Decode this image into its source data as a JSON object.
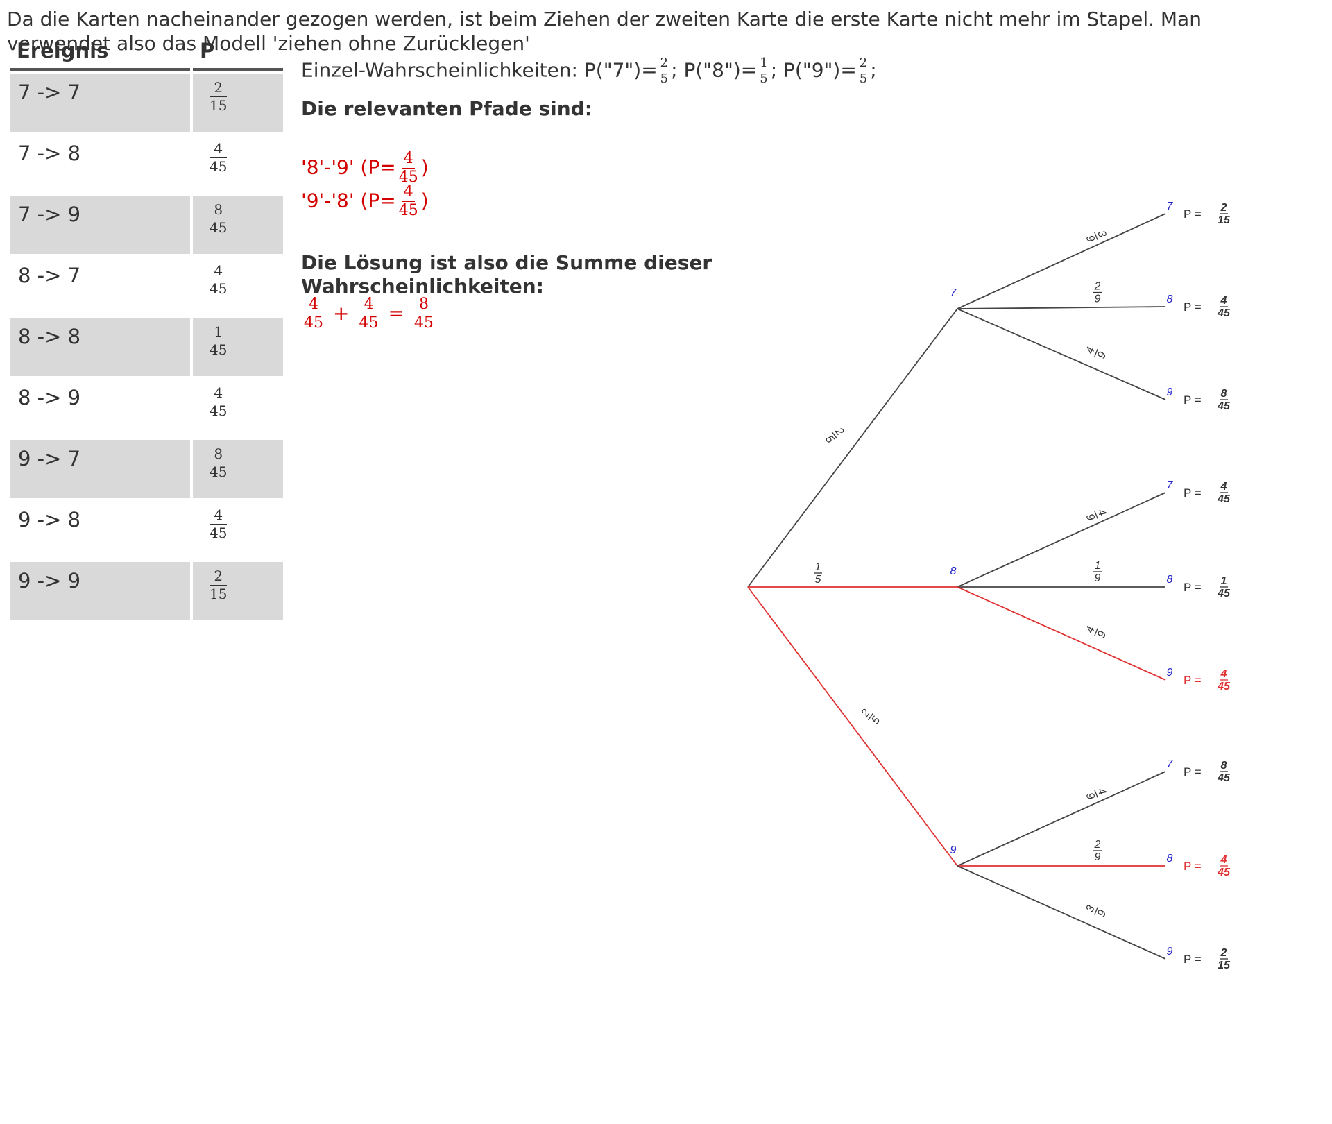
{
  "intro_text": "Da die Karten nacheinander gezogen werden, ist beim Ziehen der zweiten Karte die erste Karte nicht mehr im Stapel. Man verwendet also das Modell 'ziehen ohne Zurücklegen'",
  "single_probs": {
    "prefix": "Einzel-Wahrscheinlichkeiten:",
    "items": [
      {
        "label": "P(\"7\")=",
        "num": "2",
        "den": "5"
      },
      {
        "label": "P(\"8\")=",
        "num": "1",
        "den": "5"
      },
      {
        "label": "P(\"9\")=",
        "num": "2",
        "den": "5"
      }
    ],
    "sep": ";"
  },
  "table": {
    "headers": [
      "Ereignis",
      "P"
    ],
    "rows": [
      {
        "event": "7 -> 7",
        "num": "2",
        "den": "15"
      },
      {
        "event": "7 -> 8",
        "num": "4",
        "den": "45"
      },
      {
        "event": "7 -> 9",
        "num": "8",
        "den": "45"
      },
      {
        "event": "8 -> 7",
        "num": "4",
        "den": "45"
      },
      {
        "event": "8 -> 8",
        "num": "1",
        "den": "45"
      },
      {
        "event": "8 -> 9",
        "num": "4",
        "den": "45"
      },
      {
        "event": "9 -> 7",
        "num": "8",
        "den": "45"
      },
      {
        "event": "9 -> 8",
        "num": "4",
        "den": "45"
      },
      {
        "event": "9 -> 9",
        "num": "2",
        "den": "15"
      }
    ]
  },
  "relevant_heading": "Die relevanten Pfade sind:",
  "paths": [
    {
      "label": "'8'-'9' (P=",
      "num": "4",
      "den": "45",
      "close": ")"
    },
    {
      "label": "'9'-'8' (P=",
      "num": "4",
      "den": "45",
      "close": ")"
    }
  ],
  "solution_heading": "Die Lösung ist also die Summe dieser Wahrscheinlichkeiten:",
  "sum": {
    "a_num": "4",
    "a_den": "45",
    "plus": "+",
    "b_num": "4",
    "b_den": "45",
    "eq": "=",
    "r_num": "8",
    "r_den": "45"
  },
  "tree": {
    "colors": {
      "normal": "#444444",
      "highlight": "#e03030",
      "node_label": "#2222cc",
      "result_highlight": "#e03030"
    },
    "first_level": [
      {
        "node": "7",
        "prob_num": "2",
        "prob_den": "5",
        "highlight": false
      },
      {
        "node": "8",
        "prob_num": "1",
        "prob_den": "5",
        "highlight": true
      },
      {
        "node": "9",
        "prob_num": "2",
        "prob_den": "5",
        "highlight": true
      }
    ],
    "second_level": [
      [
        {
          "node": "7",
          "prob_num": "3",
          "prob_den": "9",
          "p_num": "2",
          "p_den": "15",
          "highlight": false
        },
        {
          "node": "8",
          "prob_num": "2",
          "prob_den": "9",
          "p_num": "4",
          "p_den": "45",
          "highlight": false
        },
        {
          "node": "9",
          "prob_num": "4",
          "prob_den": "9",
          "p_num": "8",
          "p_den": "45",
          "highlight": false
        }
      ],
      [
        {
          "node": "7",
          "prob_num": "4",
          "prob_den": "9",
          "p_num": "4",
          "p_den": "45",
          "highlight": false
        },
        {
          "node": "8",
          "prob_num": "1",
          "prob_den": "9",
          "p_num": "1",
          "p_den": "45",
          "highlight": false
        },
        {
          "node": "9",
          "prob_num": "4",
          "prob_den": "9",
          "p_num": "4",
          "p_den": "45",
          "highlight": true
        }
      ],
      [
        {
          "node": "7",
          "prob_num": "4",
          "prob_den": "9",
          "p_num": "8",
          "p_den": "45",
          "highlight": false
        },
        {
          "node": "8",
          "prob_num": "2",
          "prob_den": "9",
          "p_num": "4",
          "p_den": "45",
          "highlight": true
        },
        {
          "node": "9",
          "prob_num": "3",
          "prob_den": "9",
          "p_num": "2",
          "p_den": "15",
          "highlight": false
        }
      ]
    ],
    "p_prefix": "P ="
  }
}
